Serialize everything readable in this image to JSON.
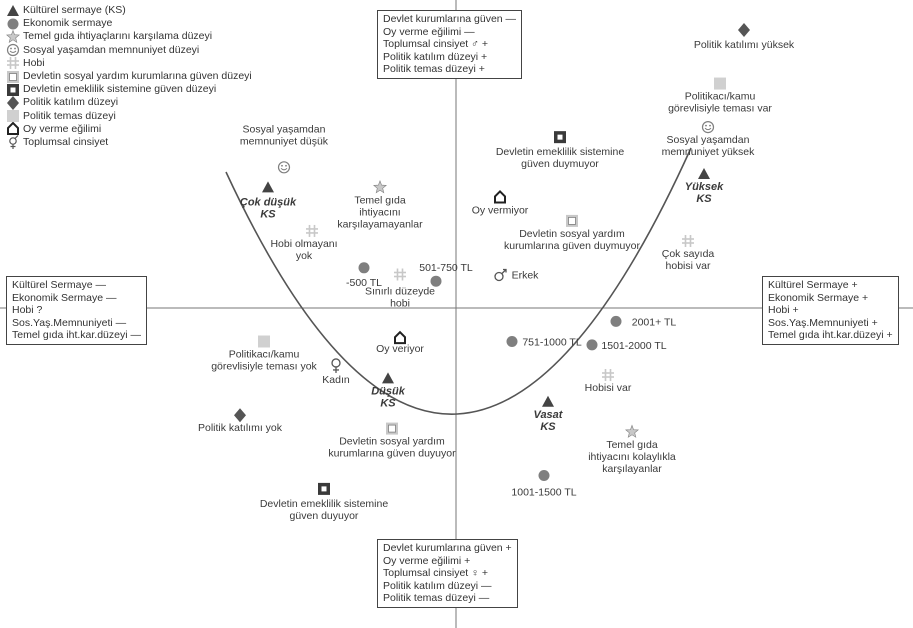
{
  "legend": [
    {
      "key": "kulturel",
      "label": "Kültürel sermaye (KS)"
    },
    {
      "key": "ekonomik",
      "label": "Ekonomik sermaye"
    },
    {
      "key": "gida",
      "label": "Temel gıda ihtiyaçlarını karşılama düzeyi"
    },
    {
      "key": "sosyal",
      "label": "Sosyal yaşamdan memnuniyet düzeyi"
    },
    {
      "key": "hobi",
      "label": "Hobi"
    },
    {
      "key": "yardim",
      "label": "Devletin sosyal yardım kurumlarına güven düzeyi"
    },
    {
      "key": "emeklilik",
      "label": "Devletin emeklilik sistemine güven düzeyi"
    },
    {
      "key": "katilim",
      "label": "Politik katılım düzeyi"
    },
    {
      "key": "temas",
      "label": "Politik temas düzeyi"
    },
    {
      "key": "oy",
      "label": "Oy verme eğilimi"
    },
    {
      "key": "cinsiyet",
      "label": "Toplumsal cinsiyet"
    }
  ],
  "boxes": {
    "top": [
      "Devlet kurumlarına güven —",
      "Oy verme eğilimi —",
      "Toplumsal cinsiyet ♂ +",
      "Politik katılım düzeyi +",
      "Politik temas düzeyi +"
    ],
    "left": [
      "Kültürel Sermaye —",
      "Ekonomik Sermaye —",
      "Hobi ?",
      "Sos.Yaş.Memnuniyeti —",
      "Temel gıda iht.kar.düzeyi —"
    ],
    "right": [
      "Kültürel Sermaye +",
      "Ekonomik Sermaye +",
      "Hobi +",
      "Sos.Yaş.Memnuniyeti +",
      "Temel gıda iht.kar.düzeyi +"
    ],
    "bottom": [
      "Devlet kurumlarına güven +",
      "Oy verme eğilimi +",
      "Toplumsal cinsiyet ♀ +",
      "Politik katılım düzeyi —",
      "Politik temas düzeyi —"
    ]
  },
  "points": [
    {
      "key": "katilim",
      "x": 0.72,
      "y": -0.83,
      "label": [
        "Politik katılımı yüksek"
      ]
    },
    {
      "key": "temas",
      "x": 0.66,
      "y": -0.67,
      "label": [
        "Politikacı/kamu",
        "görevlisiyle teması var"
      ]
    },
    {
      "key": "sosyal",
      "x": 0.63,
      "y": -0.54,
      "label": [
        "Sosyal yaşamdan",
        "memnuniyet yüksek"
      ]
    },
    {
      "key": "kulturel",
      "x": 0.62,
      "y": -0.4,
      "label": [
        "Yüksek",
        "KS"
      ],
      "bold": true
    },
    {
      "key": "hobi",
      "x": 0.58,
      "y": -0.2,
      "label": [
        "Çok sayıda",
        "hobisi var"
      ]
    },
    {
      "key": "ekonomik",
      "x": 0.4,
      "y": 0.04,
      "label": [
        "2001+ TL"
      ]
    },
    {
      "key": "emeklilik",
      "x": 0.26,
      "y": -0.51,
      "label": [
        "Devletin emeklilik sistemine",
        "güven duymuyor"
      ]
    },
    {
      "key": "yardim",
      "x": 0.29,
      "y": -0.26,
      "label": [
        "Devletin sosyal yardım",
        "kurumlarına güven duymuyor"
      ]
    },
    {
      "key": "oy",
      "x": 0.11,
      "y": -0.33,
      "label": [
        "Oy vermiyor"
      ]
    },
    {
      "key": "cinsiyet_erkek",
      "x": 0.11,
      "y": -0.1,
      "label": [
        "Erkek"
      ]
    },
    {
      "key": "ekonomik",
      "x": -0.05,
      "y": -0.08,
      "label": [
        "501-750 TL"
      ]
    },
    {
      "key": "gida",
      "x": -0.19,
      "y": -0.36,
      "label": [
        "Temel gıda",
        "ihtiyacını",
        "karşılayamayanlar"
      ]
    },
    {
      "key": "sosyal",
      "x": -0.43,
      "y": -0.42,
      "label": [
        "Sosyal yaşamdan",
        "memnuniyet düşük"
      ]
    },
    {
      "key": "kulturel",
      "x": -0.47,
      "y": -0.36,
      "label": [
        "Çok düşük",
        "KS"
      ],
      "bold": true
    },
    {
      "key": "hobi",
      "x": -0.36,
      "y": -0.23,
      "label": [
        "Hobi olmayanı",
        "yok"
      ]
    },
    {
      "key": "ekonomik",
      "x": -0.23,
      "y": -0.12,
      "label": [
        "-500 TL"
      ]
    },
    {
      "key": "hobi",
      "x": -0.14,
      "y": -0.1,
      "label": [
        "Sınırlı düzeyde",
        "hobi"
      ]
    },
    {
      "key": "ekonomik",
      "x": 0.14,
      "y": 0.1,
      "label": [
        "751-1000 TL"
      ]
    },
    {
      "key": "ekonomik",
      "x": 0.34,
      "y": 0.11,
      "label": [
        "1501-2000 TL"
      ]
    },
    {
      "key": "hobi",
      "x": 0.38,
      "y": 0.2,
      "label": [
        "Hobisi var"
      ]
    },
    {
      "key": "kulturel",
      "x": 0.23,
      "y": 0.28,
      "label": [
        "Vasat",
        "KS"
      ],
      "bold": true
    },
    {
      "key": "gida",
      "x": 0.44,
      "y": 0.37,
      "label": [
        "Temel gıda",
        "ihtiyacını kolaylıkla",
        "karşılayanlar"
      ]
    },
    {
      "key": "ekonomik",
      "x": 0.22,
      "y": 0.5,
      "label": [
        "1001-1500 TL"
      ]
    },
    {
      "key": "oy",
      "x": -0.14,
      "y": 0.09,
      "label": [
        "Oy veriyor"
      ]
    },
    {
      "key": "cinsiyet_kadin",
      "x": -0.3,
      "y": 0.17,
      "label": [
        "Kadın"
      ]
    },
    {
      "key": "kulturel",
      "x": -0.17,
      "y": 0.21,
      "label": [
        "Düşük",
        "KS"
      ],
      "bold": true
    },
    {
      "key": "temas",
      "x": -0.48,
      "y": 0.1,
      "label": [
        "Politikacı/kamu",
        "görevlisiyle teması yok"
      ]
    },
    {
      "key": "katilim",
      "x": -0.54,
      "y": 0.32,
      "label": [
        "Politik katılımı yok"
      ]
    },
    {
      "key": "yardim",
      "x": -0.16,
      "y": 0.36,
      "label": [
        "Devletin sosyal yardım",
        "kurumlarına güven duyuyor"
      ]
    },
    {
      "key": "emeklilik",
      "x": -0.33,
      "y": 0.54,
      "label": [
        "Devletin emeklilik sistemine",
        "güven duyuyor"
      ]
    }
  ],
  "colors": {
    "marker": "#7f7f7f",
    "marker_light": "#c8c8c8",
    "line": "#555555",
    "text": "#333333"
  }
}
